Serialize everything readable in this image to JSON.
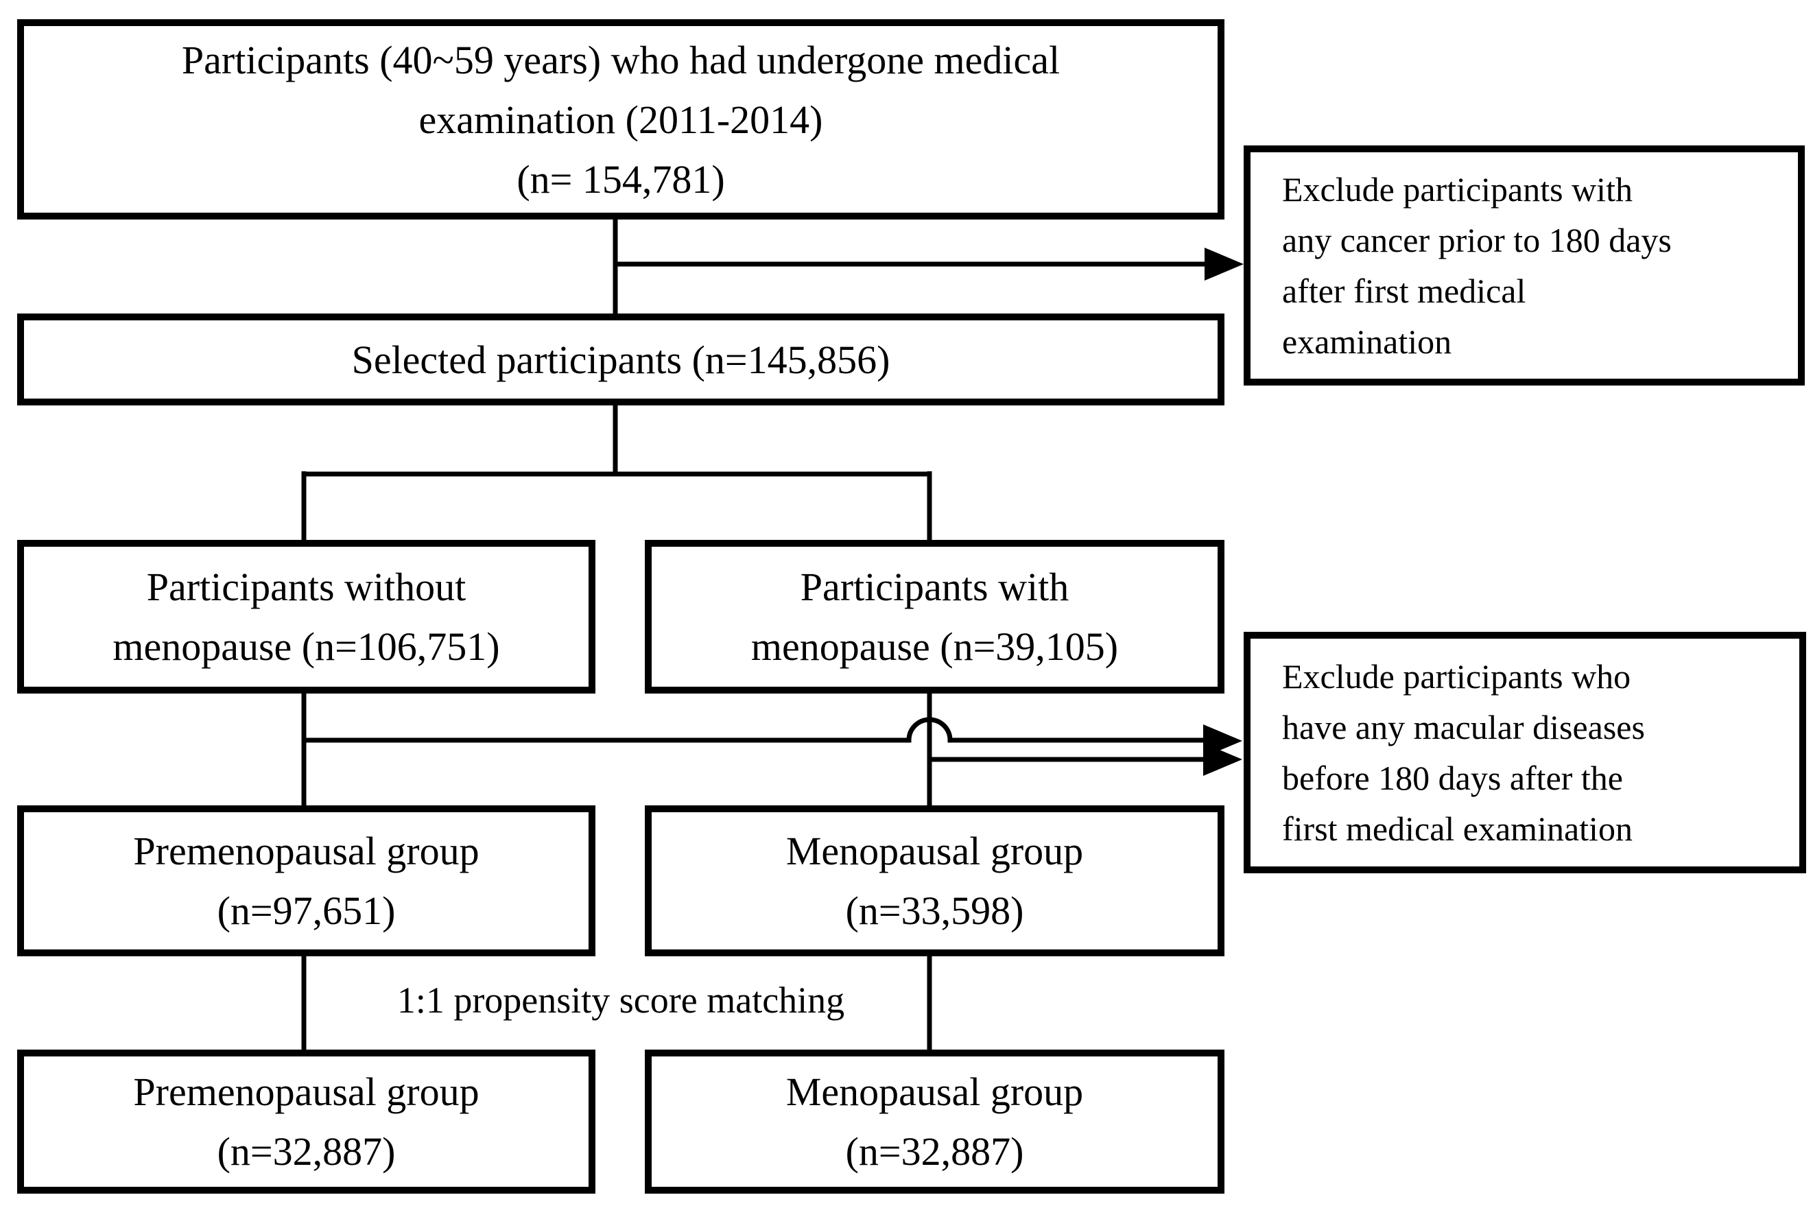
{
  "boxes": {
    "initial": {
      "lines": [
        "Participants (40~59 years) who had undergone medical",
        "examination (2011-2014)",
        "(n= 154,781)"
      ]
    },
    "exclude_cancer": {
      "lines": [
        "Exclude participants with",
        "any cancer prior to 180 days",
        "after first medical",
        "examination"
      ]
    },
    "selected": {
      "lines": [
        "Selected participants (n=145,856)"
      ]
    },
    "without_menopause": {
      "lines": [
        "Participants without",
        "menopause (n=106,751)"
      ]
    },
    "with_menopause": {
      "lines": [
        "Participants with",
        "menopause (n=39,105)"
      ]
    },
    "exclude_macular": {
      "lines": [
        "Exclude participants who",
        "have any macular diseases",
        "before 180 days after the",
        "first medical examination"
      ]
    },
    "premenopausal_group": {
      "lines": [
        "Premenopausal group",
        "(n=97,651)"
      ]
    },
    "menopausal_group": {
      "lines": [
        "Menopausal group",
        "(n=33,598)"
      ]
    },
    "premenopausal_matched": {
      "lines": [
        "Premenopausal group",
        "(n=32,887)"
      ]
    },
    "menopausal_matched": {
      "lines": [
        "Menopausal group",
        "(n=32,887)"
      ]
    }
  },
  "labels": {
    "matching": "1:1 propensity score matching"
  },
  "colors": {
    "ink": "#000000",
    "paper": "#ffffff"
  }
}
